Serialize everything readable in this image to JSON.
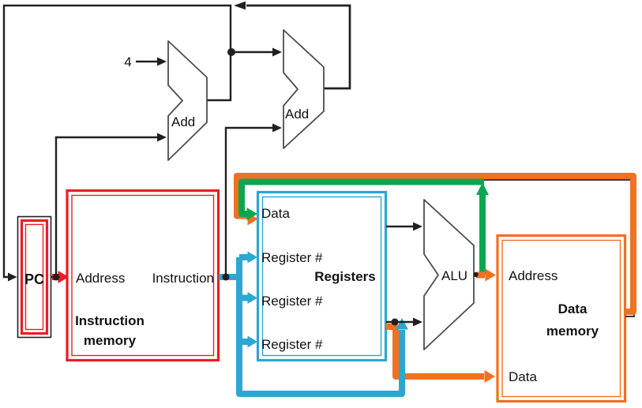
{
  "figure": {
    "components": {
      "constant_four": {
        "label": "4"
      },
      "adder_pc_increment": {
        "label": "Add"
      },
      "adder_branch": {
        "label": "Add"
      },
      "pc": {
        "label": "PC"
      },
      "instruction_memory": {
        "title_line1": "Instruction",
        "title_line2": "memory",
        "port_address": "Address",
        "port_instruction": "Instruction"
      },
      "registers": {
        "title": "Registers",
        "port_data": "Data",
        "port_register1": "Register #",
        "port_register2": "Register #",
        "port_register3": "Register #"
      },
      "alu": {
        "label": "ALU"
      },
      "data_memory": {
        "title_line1": "Data",
        "title_line2": "memory",
        "port_address": "Address",
        "port_data": "Data"
      }
    },
    "colors": {
      "red": "#ee1c25",
      "cyan": "#2ba7d2",
      "green": "#0ba750",
      "orange": "#ef7122",
      "wire": "#231f20",
      "outline": "#4d4d4f",
      "text": "#121212",
      "background": "#ffffff"
    }
  }
}
